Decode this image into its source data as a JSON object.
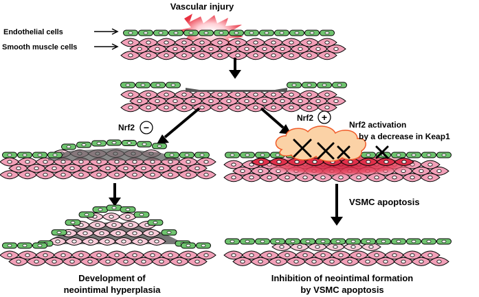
{
  "title": "Vascular injury",
  "labels": {
    "endothelial": "Endothelial cells",
    "smooth_muscle": "Smooth muscle cells",
    "nrf2_minus": "Nrf2",
    "nrf2_plus": "Nrf2",
    "minus_sign": "−",
    "plus_sign": "+",
    "activation_line1": "Nrf2 activation",
    "activation_line2": "by a decrease in Keap1",
    "apoptosis": "VSMC apoptosis",
    "left_outcome_line1": "Development of",
    "left_outcome_line2": "neointimal hyperplasia",
    "right_outcome_line1": "Inhibition of neointimal formation",
    "right_outcome_line2": "by VSMC apoptosis"
  },
  "icons": {
    "injury": "starburst-icon",
    "endothelial_cell": "green-ellipse-cell",
    "smooth_muscle_cell": "pink-spindle-cell",
    "apoptosis_mark": "x-mark-icon"
  },
  "colors": {
    "endothelial": "#6fc46f",
    "smooth_muscle": "#f2a0b8",
    "smooth_muscle_light": "#f8cad8",
    "damaged_matrix": "#555555",
    "activation_cloud": "#fbd2a6",
    "activation_cloud_border": "#f05a28",
    "apoptotic_zone": "#d8233c",
    "injury_burst": "#e83040"
  }
}
